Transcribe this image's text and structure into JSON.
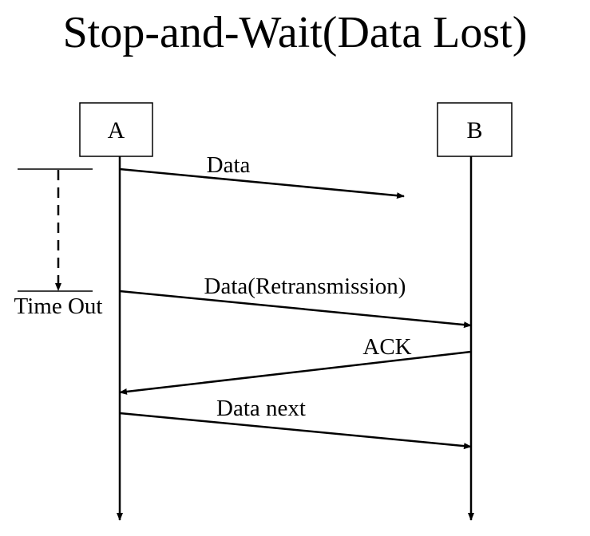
{
  "title": "Stop-and-Wait(Data Lost)",
  "nodes": {
    "a": "A",
    "b": "B"
  },
  "timer": {
    "label": "Time Out"
  },
  "messages": [
    {
      "label": "Data",
      "from": "A",
      "to": "B",
      "lost": true
    },
    {
      "label": "Data(Retransmission)",
      "from": "A",
      "to": "B",
      "lost": false
    },
    {
      "label": "ACK",
      "from": "B",
      "to": "A",
      "lost": false
    },
    {
      "label": "Data next",
      "from": "A",
      "to": "B",
      "lost": false
    }
  ]
}
